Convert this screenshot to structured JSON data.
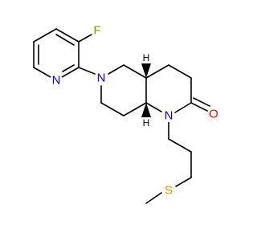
{
  "molecule": {
    "atoms": [
      {
        "id": "F",
        "label": "F",
        "color": "#6ca300"
      },
      {
        "id": "N_py",
        "label": "N",
        "color": "#0000ff"
      },
      {
        "id": "N6",
        "label": "N",
        "color": "#0000ff"
      },
      {
        "id": "N1",
        "label": "N",
        "color": "#0000ff"
      },
      {
        "id": "O",
        "label": "O",
        "color": "#ff0000"
      },
      {
        "id": "S",
        "label": "S",
        "color": "#c8a000"
      }
    ],
    "stereo_hydrogens": [
      {
        "id": "H4a",
        "label": "H"
      },
      {
        "id": "H8a",
        "label": "H"
      }
    ]
  }
}
